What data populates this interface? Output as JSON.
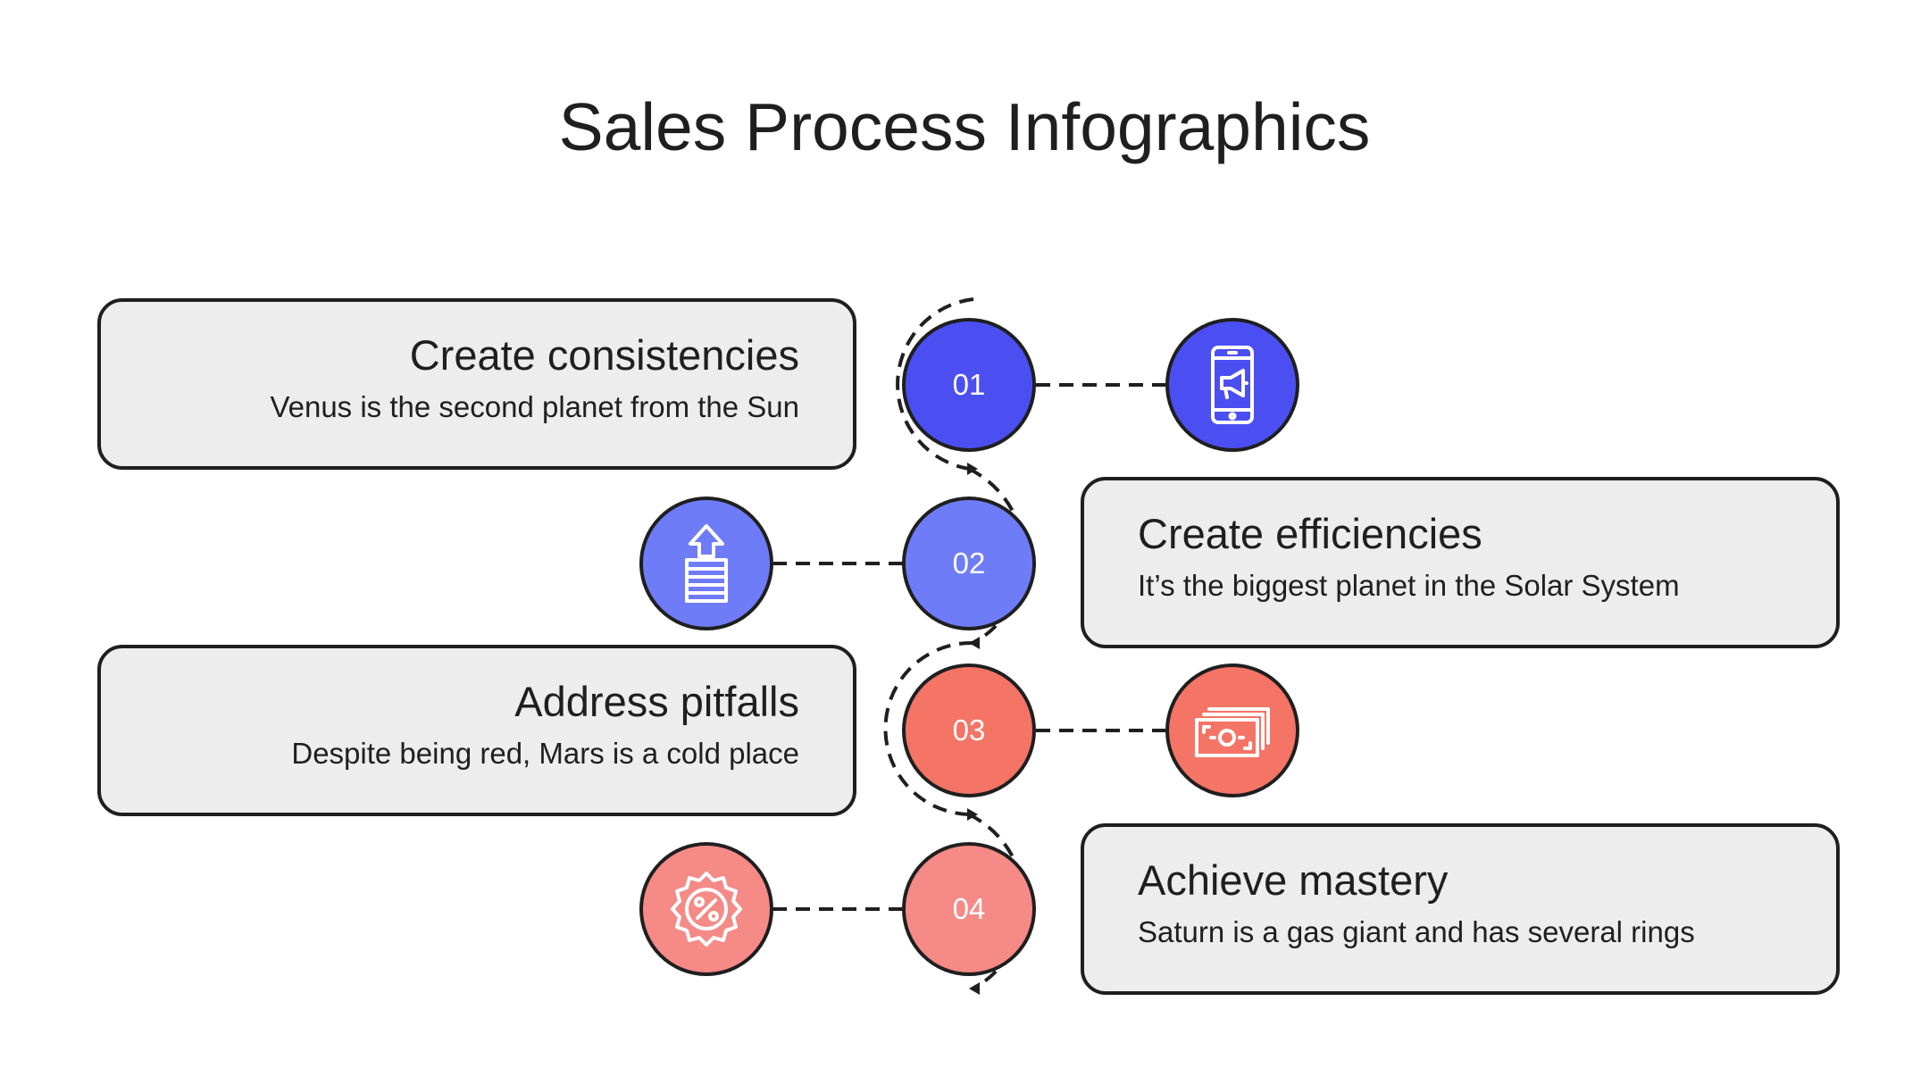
{
  "title": "Sales Process Infographics",
  "steps": [
    {
      "number": "01",
      "title": "Create consistencies",
      "description": "Venus is the second planet from the Sun",
      "icon": "smartphone-megaphone-icon",
      "color": "#4b4ff2"
    },
    {
      "number": "02",
      "title": "Create efficiencies",
      "description": "It’s the biggest planet in the Solar System",
      "icon": "upload-stack-icon",
      "color": "#6f7cf7"
    },
    {
      "number": "03",
      "title": "Address pitfalls",
      "description": "Despite being red, Mars is a cold place",
      "icon": "money-bills-icon",
      "color": "#f47466"
    },
    {
      "number": "04",
      "title": "Achieve mastery",
      "description": "Saturn is a gas giant and has several rings",
      "icon": "discount-badge-icon",
      "color": "#f58a86"
    }
  ]
}
